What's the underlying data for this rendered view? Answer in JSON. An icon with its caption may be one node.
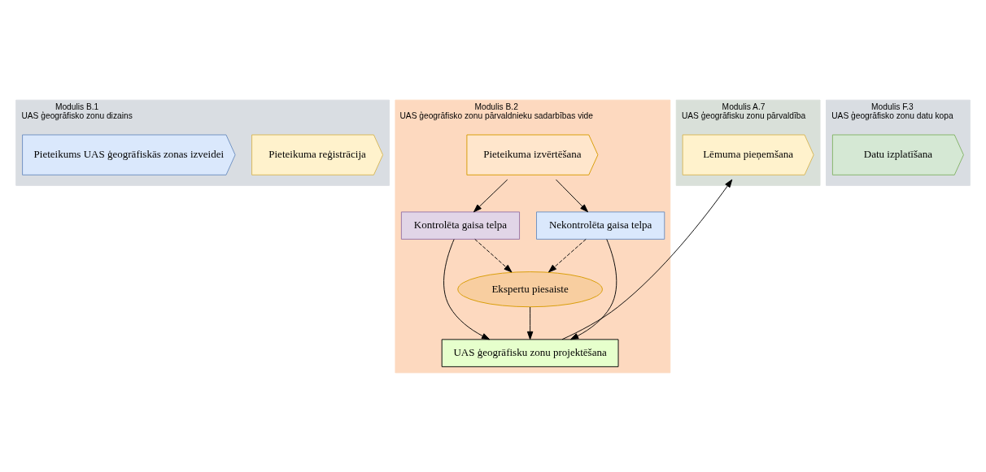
{
  "diagram": {
    "nodes": [
      {
        "text": [
          "Modulis B.1",
          "UAS ģeogrāfisko zonu dizains"
        ]
      },
      {
        "text": [
          "Pieteikums UAS ģeogrāfiskās zonas izveidei"
        ],
        "in": 0
      },
      {
        "text": [
          "Pieteikuma reģistrācija"
        ],
        "in": 0
      },
      {
        "text": [
          "Modulis B.2",
          "UAS ģeogrāfisko zonu pārvaldnieku sadarbības vide"
        ]
      },
      {
        "text": [
          "Pieteikuma izvērtēšana"
        ],
        "in": 3
      },
      {
        "text": [
          "Kontrolēta gaisa telpa"
        ],
        "in": 3
      },
      {
        "text": [
          "Nekontrolēta gaisa telpa"
        ],
        "in": 3
      },
      {
        "text": [
          "Ekspertu piesaiste"
        ],
        "in": 3
      },
      {
        "text": [
          "UAS ģeogrāfisku zonu projektēšana"
        ],
        "in": 3
      },
      {
        "text": [
          "Modulis A.7",
          "UAS ģeogrāfisku zonu pārvaldība"
        ]
      },
      {
        "text": [
          "Lēmuma pieņemšana"
        ],
        "in": 9
      },
      {
        "text": [
          "Modulis F.3",
          "UAS ģeogrāfisko zonu datu kopa"
        ]
      },
      {
        "text": [
          "Datu izplatīšana"
        ],
        "in": 11
      }
    ],
    "edges": [
      {
        "from": 4,
        "to": 5,
        "arrow": "to"
      },
      {
        "from": 4,
        "to": 6,
        "arrow": "to"
      },
      {
        "from": 5,
        "to": 7,
        "arrow": "to",
        "style": "dashed"
      },
      {
        "from": 6,
        "to": 7,
        "arrow": "to",
        "style": "dashed"
      },
      {
        "from": 5,
        "to": 8,
        "arrow": "to"
      },
      {
        "from": 7,
        "to": 8,
        "arrow": "to"
      },
      {
        "from": 6,
        "to": 8,
        "arrow": "to"
      },
      {
        "from": 8,
        "to": 10,
        "arrow": "to"
      }
    ]
  }
}
